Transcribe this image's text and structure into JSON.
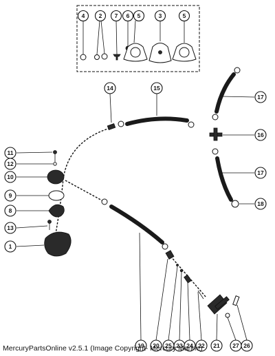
{
  "callouts": [
    {
      "id": "c4",
      "label": "4"
    },
    {
      "id": "c2",
      "label": "2"
    },
    {
      "id": "c7",
      "label": "7"
    },
    {
      "id": "c6",
      "label": "6"
    },
    {
      "id": "c5a",
      "label": "5"
    },
    {
      "id": "c3",
      "label": "3"
    },
    {
      "id": "c5b",
      "label": "5"
    },
    {
      "id": "c14",
      "label": "14"
    },
    {
      "id": "c15",
      "label": "15"
    },
    {
      "id": "c17a",
      "label": "17"
    },
    {
      "id": "c16",
      "label": "16"
    },
    {
      "id": "c17b",
      "label": "17"
    },
    {
      "id": "c18",
      "label": "18"
    },
    {
      "id": "c11",
      "label": "11"
    },
    {
      "id": "c12",
      "label": "12"
    },
    {
      "id": "c10",
      "label": "10"
    },
    {
      "id": "c9",
      "label": "9"
    },
    {
      "id": "c8",
      "label": "8"
    },
    {
      "id": "c13",
      "label": "13"
    },
    {
      "id": "c1",
      "label": "1"
    },
    {
      "id": "c19",
      "label": "19"
    },
    {
      "id": "c20",
      "label": "20"
    },
    {
      "id": "c25",
      "label": "25"
    },
    {
      "id": "c23",
      "label": "23"
    },
    {
      "id": "c24",
      "label": "24"
    },
    {
      "id": "c22",
      "label": "22"
    },
    {
      "id": "c21",
      "label": "21"
    },
    {
      "id": "c27",
      "label": "27"
    },
    {
      "id": "c26",
      "label": "26"
    }
  ],
  "footer": {
    "text": "MercuryPartsOnline v2.5.1 (Image Copyright- Mercury Marine)"
  }
}
